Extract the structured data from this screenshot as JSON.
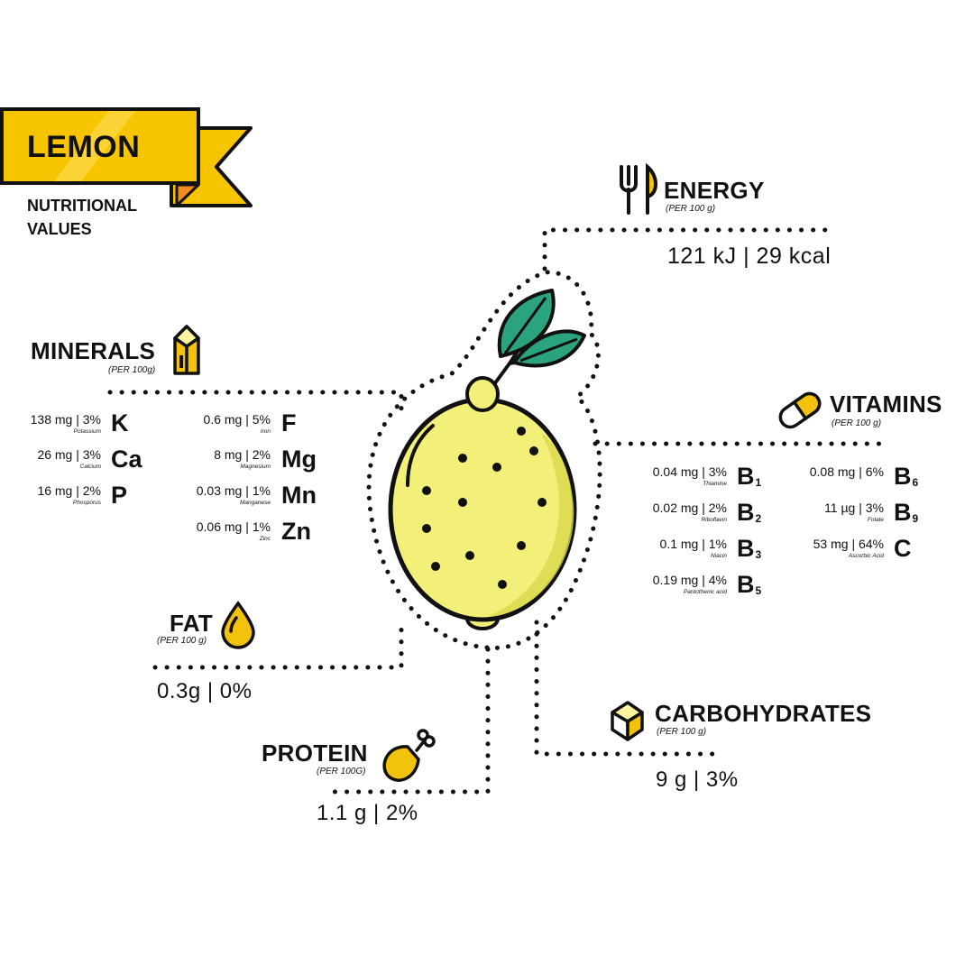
{
  "banner": {
    "title": "LEMON",
    "subtitle_line1": "NUTRITIONAL",
    "subtitle_line2": "VALUES"
  },
  "energy": {
    "label": "ENERGY",
    "per": "(PER 100 g)",
    "value": "121 kJ | 29 kcal"
  },
  "minerals": {
    "label": "MINERALS",
    "per": "(PER 100g)",
    "items": [
      {
        "amount": "138 mg | 3%",
        "name": "Potassium",
        "symbol": "K"
      },
      {
        "amount": "26 mg | 3%",
        "name": "Calcium",
        "symbol": "Ca"
      },
      {
        "amount": "16 mg | 2%",
        "name": "Phosporus",
        "symbol": "P"
      },
      {
        "amount": "0.6 mg | 5%",
        "name": "Iron",
        "symbol": "F"
      },
      {
        "amount": "8 mg | 2%",
        "name": "Magnesium",
        "symbol": "Mg"
      },
      {
        "amount": "0.03 mg | 1%",
        "name": "Manganese",
        "symbol": "Mn"
      },
      {
        "amount": "0.06 mg | 1%",
        "name": "Zinc",
        "symbol": "Zn"
      }
    ]
  },
  "vitamins": {
    "label": "VITAMINS",
    "per": "(PER 100 g)",
    "items": [
      {
        "amount": "0.04 mg | 3%",
        "name": "Thiamine",
        "symbol": "B",
        "sub": "1"
      },
      {
        "amount": "0.02 mg | 2%",
        "name": "Riboflavin",
        "symbol": "B",
        "sub": "2"
      },
      {
        "amount": "0.1 mg | 1%",
        "name": "Niacin",
        "symbol": "B",
        "sub": "3"
      },
      {
        "amount": "0.19 mg | 4%",
        "name": "Pantothenic acid",
        "symbol": "B",
        "sub": "5"
      },
      {
        "amount": "0.08 mg | 6%",
        "name": "",
        "symbol": "B",
        "sub": "6"
      },
      {
        "amount": "11 µg | 3%",
        "name": "Folate",
        "symbol": "B",
        "sub": "9"
      },
      {
        "amount": "53 mg | 64%",
        "name": "Ascorbic Acid",
        "symbol": "C",
        "sub": ""
      }
    ]
  },
  "fat": {
    "label": "FAT",
    "per": "(PER 100 g)",
    "value": "0.3g | 0%"
  },
  "protein": {
    "label": "PROTEIN",
    "per": "(PER 100G)",
    "value": "1.1 g | 2%"
  },
  "carbohydrates": {
    "label": "CARBOHYDRATES",
    "per": "(PER 100 g)",
    "value": "9 g | 3%"
  },
  "colors": {
    "lemon_fill": "#f3f07a",
    "lemon_shade": "#d8d84a",
    "banner_yellow": "#f6c500",
    "leaf_green": "#2aa37e",
    "icon_yellow": "#f3c20c",
    "outline": "#111111"
  },
  "icons": {
    "energy": "fork-knife-icon",
    "minerals": "crystal-icon",
    "vitamins": "capsule-icon",
    "fat": "drop-icon",
    "protein": "drumstick-icon",
    "carbohydrates": "sugar-cube-icon"
  }
}
